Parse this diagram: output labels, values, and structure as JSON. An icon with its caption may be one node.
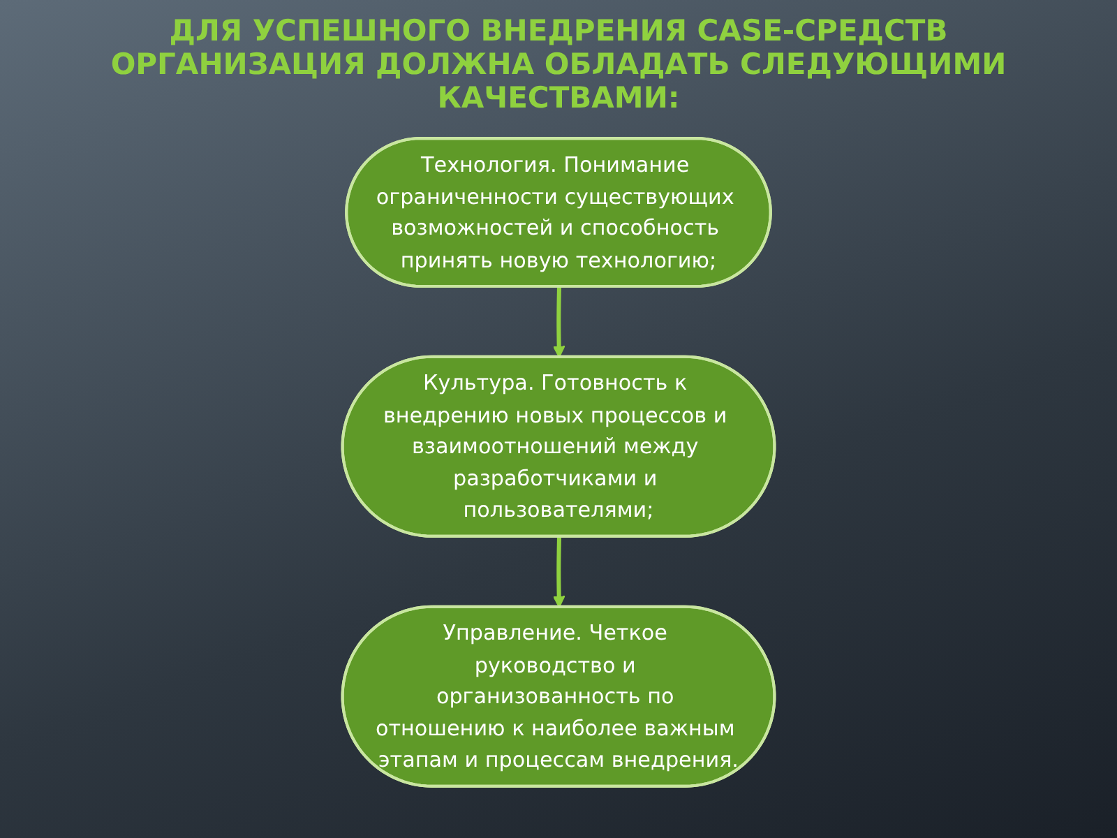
{
  "diagram": {
    "title": "ДЛЯ УСПЕШНОГО ВНЕДРЕНИЯ CASE-СРЕДСТВ ОРГАНИЗАЦИЯ ДОЛЖНА ОБЛАДАТЬ СЛЕДУЮЩИМИ КАЧЕСТВАМИ:",
    "nodes": [
      {
        "text": [
          "Технология. Понимание ограниченности существующих возможностей и способность принять новую технологию;"
        ]
      },
      {
        "text": [
          "Культура. Готовность к внедрению новых процессов и взаимоотношений между разработчиками и пользователями;"
        ]
      },
      {
        "text": [
          "Управление. Четкое руководство и организованность по отношению к наиболее важным этапам и процессам внедрения."
        ]
      }
    ],
    "edges": [
      {
        "from": 0,
        "to": 1,
        "arrow": "to"
      },
      {
        "from": 1,
        "to": 2,
        "arrow": "to"
      }
    ]
  }
}
